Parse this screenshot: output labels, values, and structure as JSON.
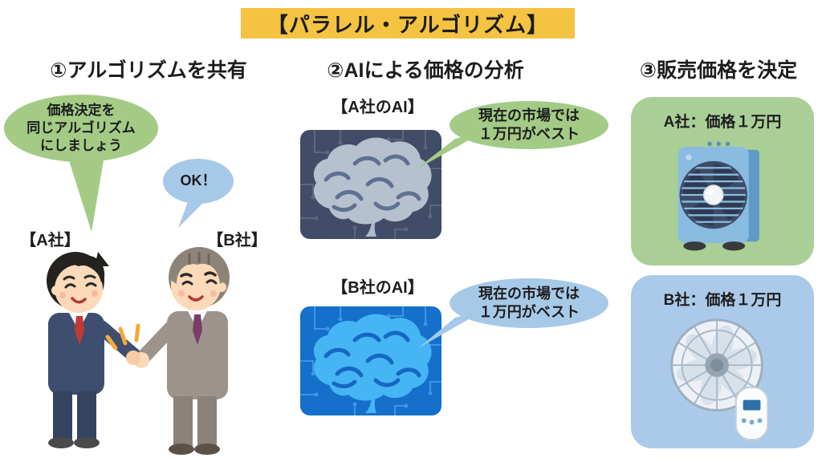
{
  "title": "【パラレル・アルゴリズム】",
  "colors": {
    "title-bg": "#F5C342",
    "green": "#A3CB85",
    "green-card": "#A9CF97",
    "blue": "#A7C9E8",
    "blue-card": "#ABCAE9",
    "ink": "#1d1d1d"
  },
  "share": {
    "heading": "①アルゴリズムを共有",
    "proposal_bubble": {
      "lines": [
        "価格決定を",
        "同じアルゴリズム",
        "にしましょう"
      ]
    },
    "reply_bubble": "OK！",
    "company_a_label": "【A社】",
    "company_b_label": "【B社】",
    "illustration": "two-businessmen-handshake"
  },
  "analysis": {
    "heading": "②AIによる価格の分析",
    "ai_a_label": "【A社のAI】",
    "ai_b_label": "【B社のAI】",
    "ai_a_bubble": {
      "lines": [
        "現在の市場では",
        "１万円がベスト"
      ]
    },
    "ai_b_bubble": {
      "lines": [
        "現在の市場では",
        "１万円がベスト"
      ]
    },
    "illustration_a": "brain-on-circuit-gray",
    "illustration_b": "brain-on-circuit-blue"
  },
  "decision": {
    "heading": "③販売価格を決定",
    "company_a_price": "A社：価格１万円",
    "company_b_price": "B社：価格１万円",
    "illustration_a": "blue-box-fan",
    "illustration_b": "white-wall-fan"
  }
}
